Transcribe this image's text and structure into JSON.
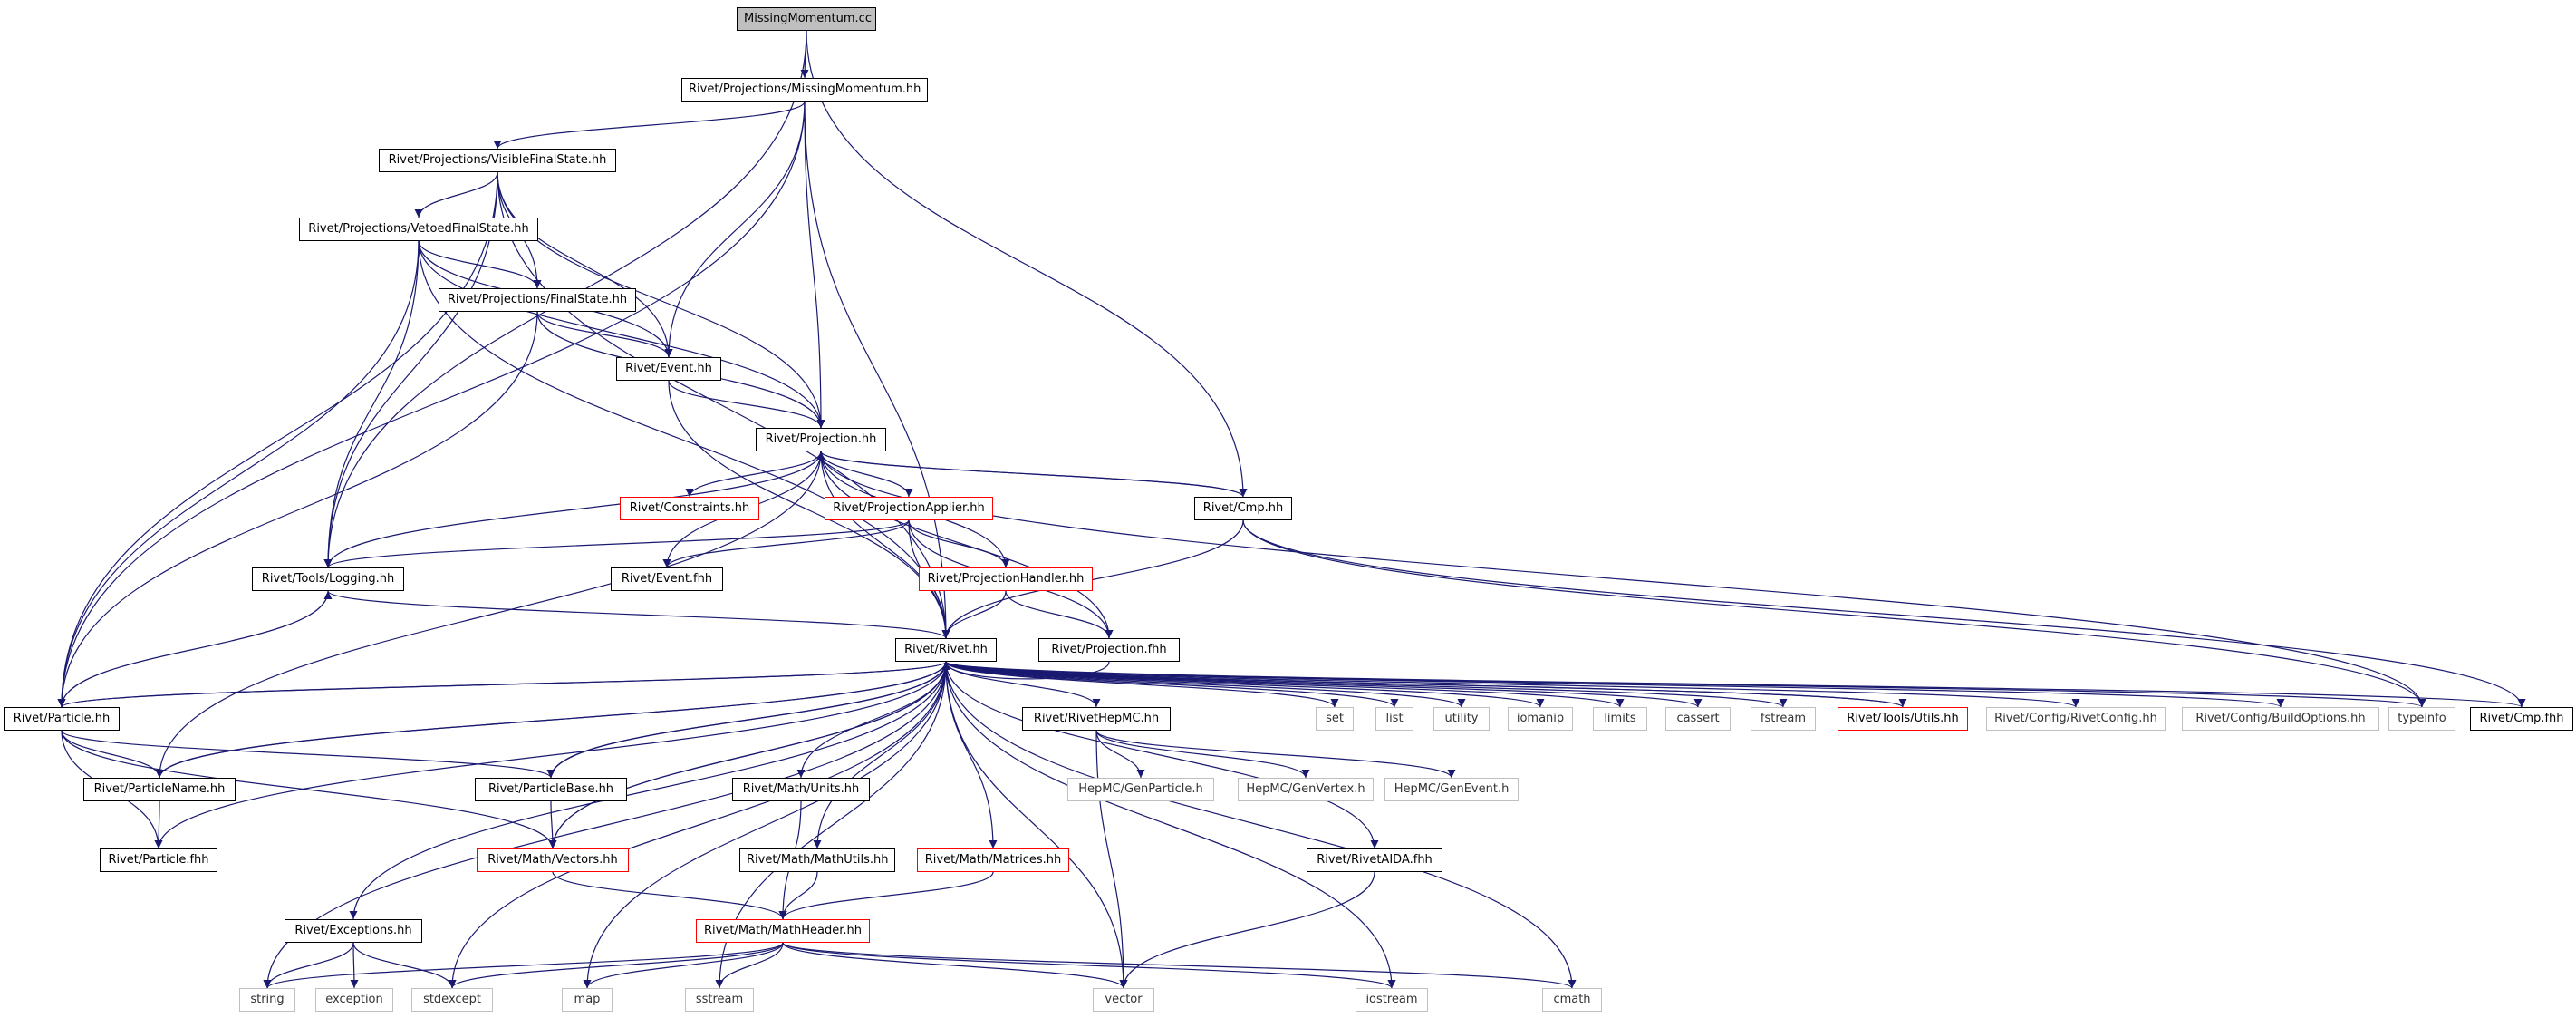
{
  "colors": {
    "edge": "#191970",
    "root_fill": "#bfbfbf",
    "node_border": "#000000",
    "incomplete_border": "#ff0000",
    "external_border": "#bfbfbf"
  },
  "nodes": {
    "missingmomentum_cc": "MissingMomentum.cc",
    "missingmomentum_hh": "Rivet/Projections/MissingMomentum.hh",
    "visiblefinalstate_hh": "Rivet/Projections/VisibleFinalState.hh",
    "vetoedfinalstate_hh": "Rivet/Projections/VetoedFinalState.hh",
    "finalstate_hh": "Rivet/Projections/FinalState.hh",
    "event_hh": "Rivet/Event.hh",
    "projection_hh": "Rivet/Projection.hh",
    "constraints_hh": "Rivet/Constraints.hh",
    "projectionapplier_hh": "Rivet/ProjectionApplier.hh",
    "cmp_hh": "Rivet/Cmp.hh",
    "logging_hh": "Rivet/Tools/Logging.hh",
    "event_fhh": "Rivet/Event.fhh",
    "projectionhandler_hh": "Rivet/ProjectionHandler.hh",
    "rivet_hh": "Rivet/Rivet.hh",
    "projection_fhh": "Rivet/Projection.fhh",
    "particle_hh": "Rivet/Particle.hh",
    "set": "set",
    "list": "list",
    "utility": "utility",
    "iomanip": "iomanip",
    "limits": "limits",
    "cassert": "cassert",
    "fstream": "fstream",
    "utils_hh": "Rivet/Tools/Utils.hh",
    "rivetconfig_hh": "Rivet/Config/RivetConfig.hh",
    "buildoptions_hh": "Rivet/Config/BuildOptions.hh",
    "typeinfo": "typeinfo",
    "cmp_fhh": "Rivet/Cmp.fhh",
    "rivethepmc_hh": "Rivet/RivetHepMC.hh",
    "particlename_hh": "Rivet/ParticleName.hh",
    "particlebase_hh": "Rivet/ParticleBase.hh",
    "units_hh": "Rivet/Math/Units.hh",
    "genparticle_h": "HepMC/GenParticle.h",
    "genvertex_h": "HepMC/GenVertex.h",
    "genevent_h": "HepMC/GenEvent.h",
    "particle_fhh": "Rivet/Particle.fhh",
    "vectors_hh": "Rivet/Math/Vectors.hh",
    "mathutils_hh": "Rivet/Math/MathUtils.hh",
    "matrices_hh": "Rivet/Math/Matrices.hh",
    "rivetaida_fhh": "Rivet/RivetAIDA.fhh",
    "exceptions_hh": "Rivet/Exceptions.hh",
    "mathheader_hh": "Rivet/Math/MathHeader.hh",
    "string": "string",
    "exception": "exception",
    "stdexcept": "stdexcept",
    "map": "map",
    "sstream": "sstream",
    "vector": "vector",
    "iostream": "iostream",
    "cmath": "cmath"
  }
}
